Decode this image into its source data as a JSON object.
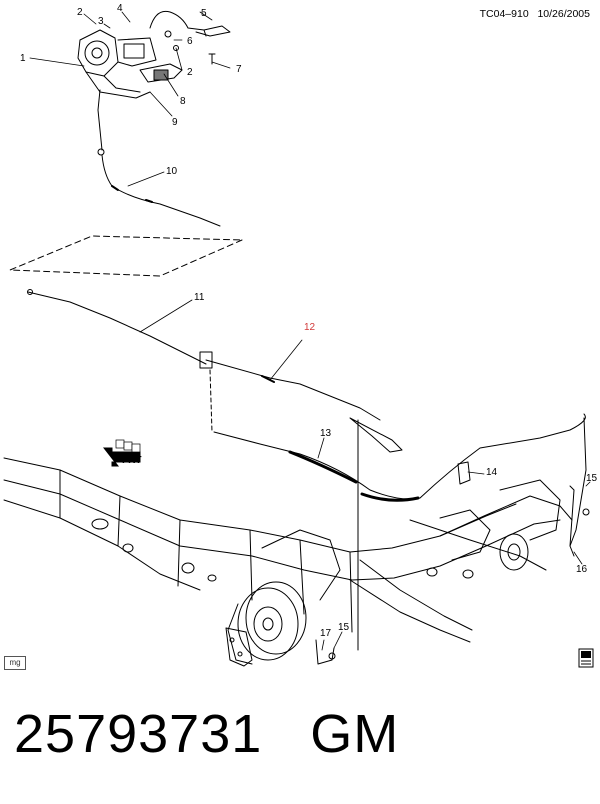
{
  "header": {
    "code": "TC04–910",
    "date": "10/26/2005"
  },
  "callouts": [
    {
      "id": "c1",
      "text": "1"
    },
    {
      "id": "c2a",
      "text": "2"
    },
    {
      "id": "c3",
      "text": "3"
    },
    {
      "id": "c4",
      "text": "4"
    },
    {
      "id": "c5",
      "text": "5"
    },
    {
      "id": "c6",
      "text": "6"
    },
    {
      "id": "c2b",
      "text": "2"
    },
    {
      "id": "c7",
      "text": "7"
    },
    {
      "id": "c8",
      "text": "8"
    },
    {
      "id": "c9",
      "text": "9"
    },
    {
      "id": "c10",
      "text": "10"
    },
    {
      "id": "c11",
      "text": "11"
    },
    {
      "id": "c12",
      "text": "12"
    },
    {
      "id": "c13",
      "text": "13"
    },
    {
      "id": "c14",
      "text": "14"
    },
    {
      "id": "c15a",
      "text": "15"
    },
    {
      "id": "c16",
      "text": "16"
    },
    {
      "id": "c17",
      "text": "17"
    },
    {
      "id": "c15b",
      "text": "15"
    }
  ],
  "front_arrow_text": "FRT",
  "corner_tag": "mg",
  "footer": {
    "part_number": "25793731",
    "brand": "GM"
  },
  "colors": {
    "line": "#000000",
    "highlight": "#d23a3a",
    "background": "#ffffff"
  }
}
